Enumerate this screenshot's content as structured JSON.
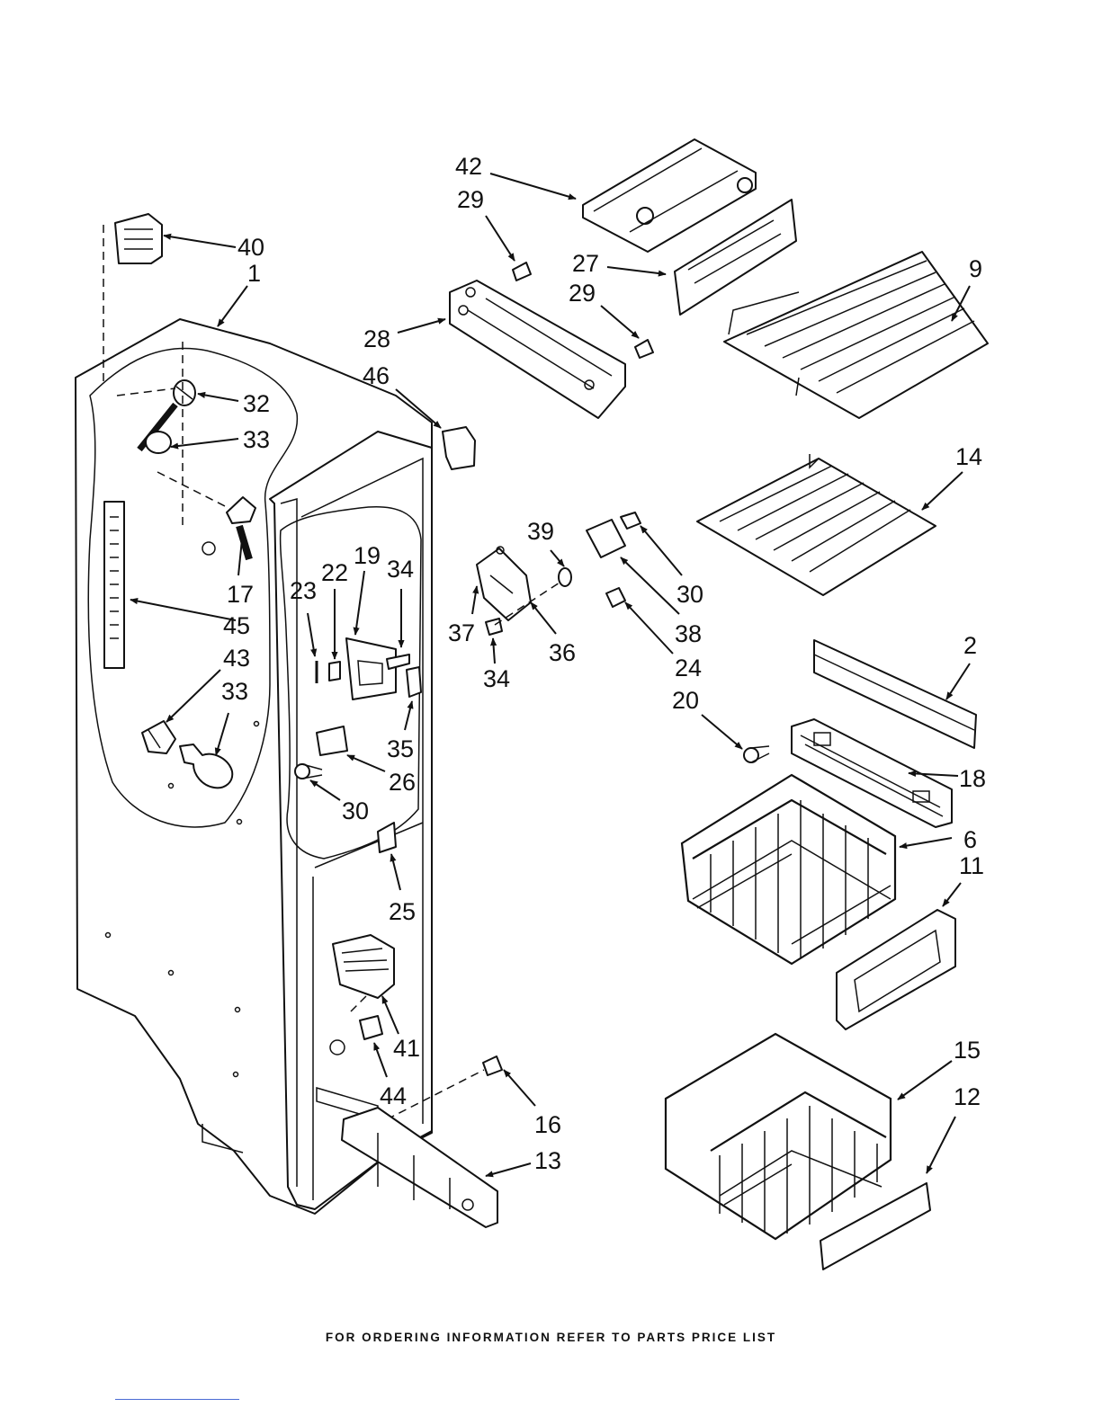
{
  "footer_text": "FOR ORDERING INFORMATION REFER TO PARTS PRICE LIST",
  "callouts": [
    {
      "id": "c42",
      "label": "42"
    },
    {
      "id": "c29a",
      "label": "29"
    },
    {
      "id": "c27",
      "label": "27"
    },
    {
      "id": "c29b",
      "label": "29"
    },
    {
      "id": "c9",
      "label": "9"
    },
    {
      "id": "c28",
      "label": "28"
    },
    {
      "id": "c46",
      "label": "46"
    },
    {
      "id": "c40",
      "label": "40"
    },
    {
      "id": "c1",
      "label": "1"
    },
    {
      "id": "c32",
      "label": "32"
    },
    {
      "id": "c33a",
      "label": "33"
    },
    {
      "id": "c17",
      "label": "17"
    },
    {
      "id": "c45",
      "label": "45"
    },
    {
      "id": "c43",
      "label": "43"
    },
    {
      "id": "c33b",
      "label": "33"
    },
    {
      "id": "c23",
      "label": "23"
    },
    {
      "id": "c22",
      "label": "22"
    },
    {
      "id": "c19",
      "label": "19"
    },
    {
      "id": "c34a",
      "label": "34"
    },
    {
      "id": "c35",
      "label": "35"
    },
    {
      "id": "c26",
      "label": "26"
    },
    {
      "id": "c30a",
      "label": "30"
    },
    {
      "id": "c25",
      "label": "25"
    },
    {
      "id": "c41",
      "label": "41"
    },
    {
      "id": "c44",
      "label": "44"
    },
    {
      "id": "c16",
      "label": "16"
    },
    {
      "id": "c13",
      "label": "13"
    },
    {
      "id": "c39",
      "label": "39"
    },
    {
      "id": "c37",
      "label": "37"
    },
    {
      "id": "c34b",
      "label": "34"
    },
    {
      "id": "c36",
      "label": "36"
    },
    {
      "id": "c30b",
      "label": "30"
    },
    {
      "id": "c38",
      "label": "38"
    },
    {
      "id": "c24",
      "label": "24"
    },
    {
      "id": "c14",
      "label": "14"
    },
    {
      "id": "c2",
      "label": "2"
    },
    {
      "id": "c20",
      "label": "20"
    },
    {
      "id": "c18",
      "label": "18"
    },
    {
      "id": "c6",
      "label": "6"
    },
    {
      "id": "c11",
      "label": "11"
    },
    {
      "id": "c15",
      "label": "15"
    },
    {
      "id": "c12",
      "label": "12"
    }
  ]
}
